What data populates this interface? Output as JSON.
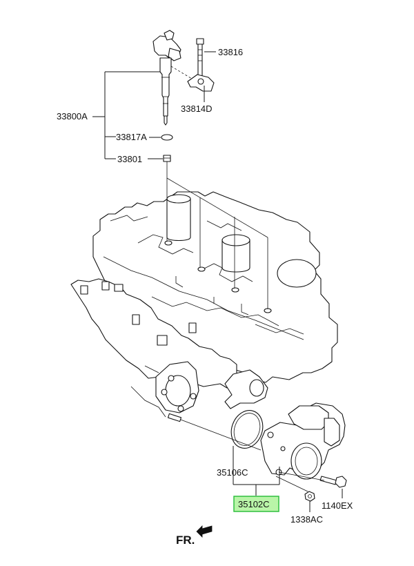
{
  "labels": {
    "p33816": "33816",
    "p33814d": "33814D",
    "p33800a": "33800A",
    "p33817a": "33817A",
    "p33801": "33801",
    "p35106c": "35106C",
    "p35102c": "35102C",
    "p1140ex": "1140EX",
    "p1338ac": "1338AC"
  },
  "direction": "FR.",
  "colors": {
    "highlight_fill": "#b9f5a8",
    "highlight_border": "#2fbf3f",
    "line": "#111111"
  }
}
